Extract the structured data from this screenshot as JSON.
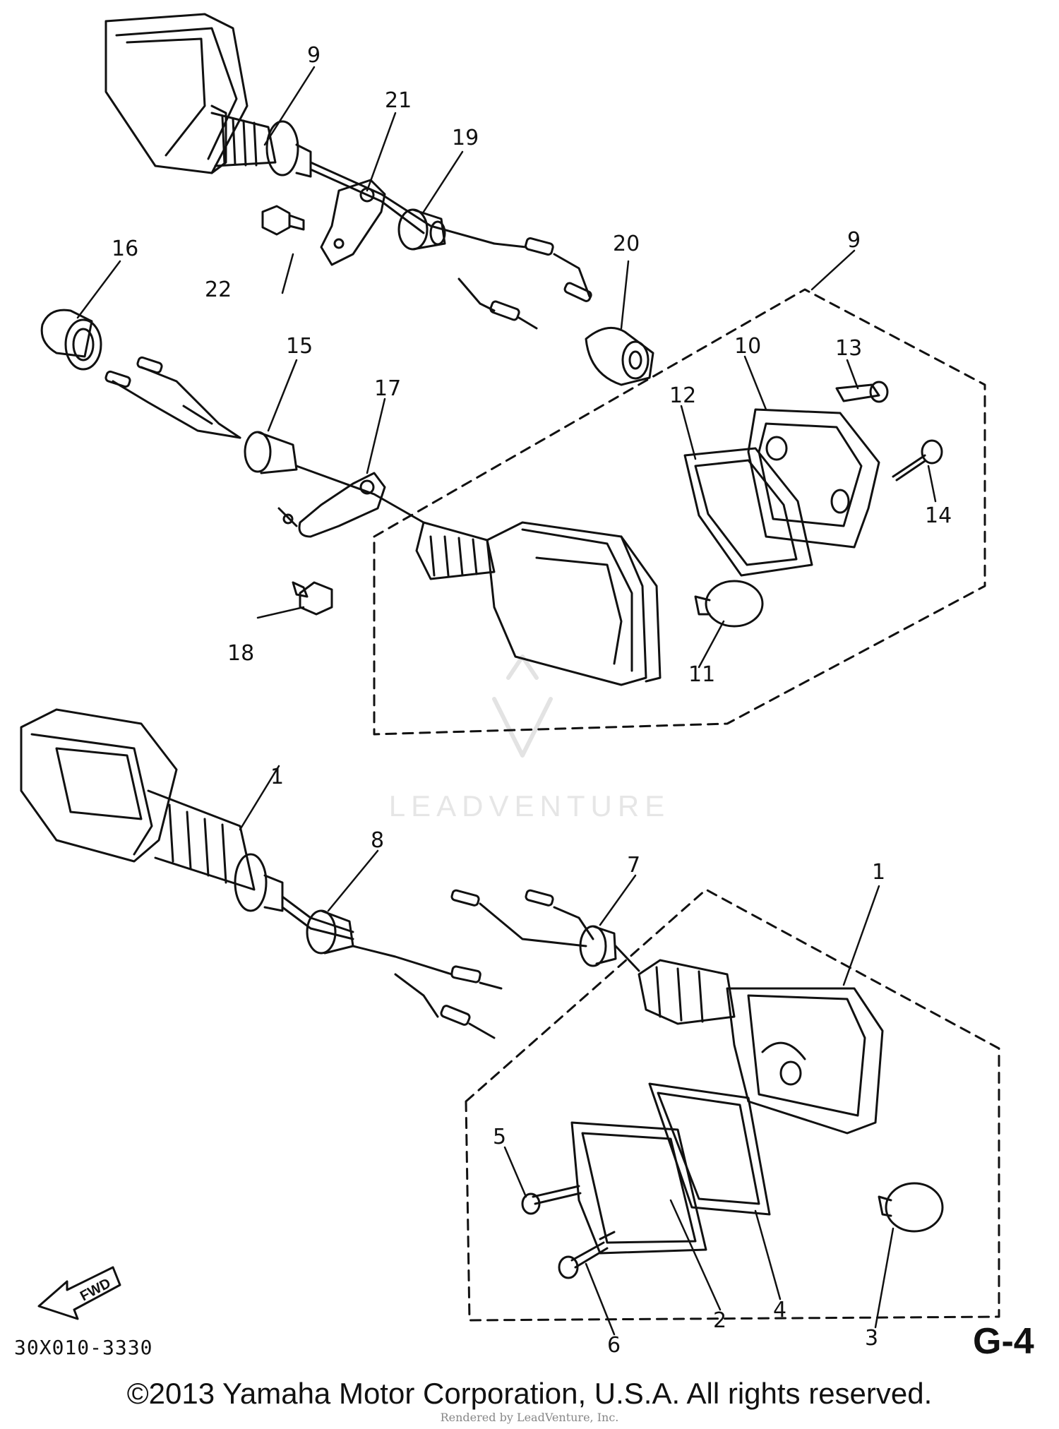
{
  "diagram": {
    "callouts": [
      "1",
      "1",
      "2",
      "3",
      "4",
      "5",
      "6",
      "7",
      "8",
      "9",
      "9",
      "10",
      "11",
      "12",
      "13",
      "14",
      "15",
      "16",
      "17",
      "18",
      "19",
      "20",
      "21",
      "22"
    ],
    "fwd_label": "FWD",
    "diagram_id": "30X010-3330",
    "page_code": "G-4"
  },
  "watermark": {
    "text": "LEADVENTURE"
  },
  "footer": {
    "copyright": "©2013 Yamaha Motor Corporation, U.S.A. All rights reserved.",
    "rendered_by": "Rendered by LeadVenture, Inc."
  }
}
